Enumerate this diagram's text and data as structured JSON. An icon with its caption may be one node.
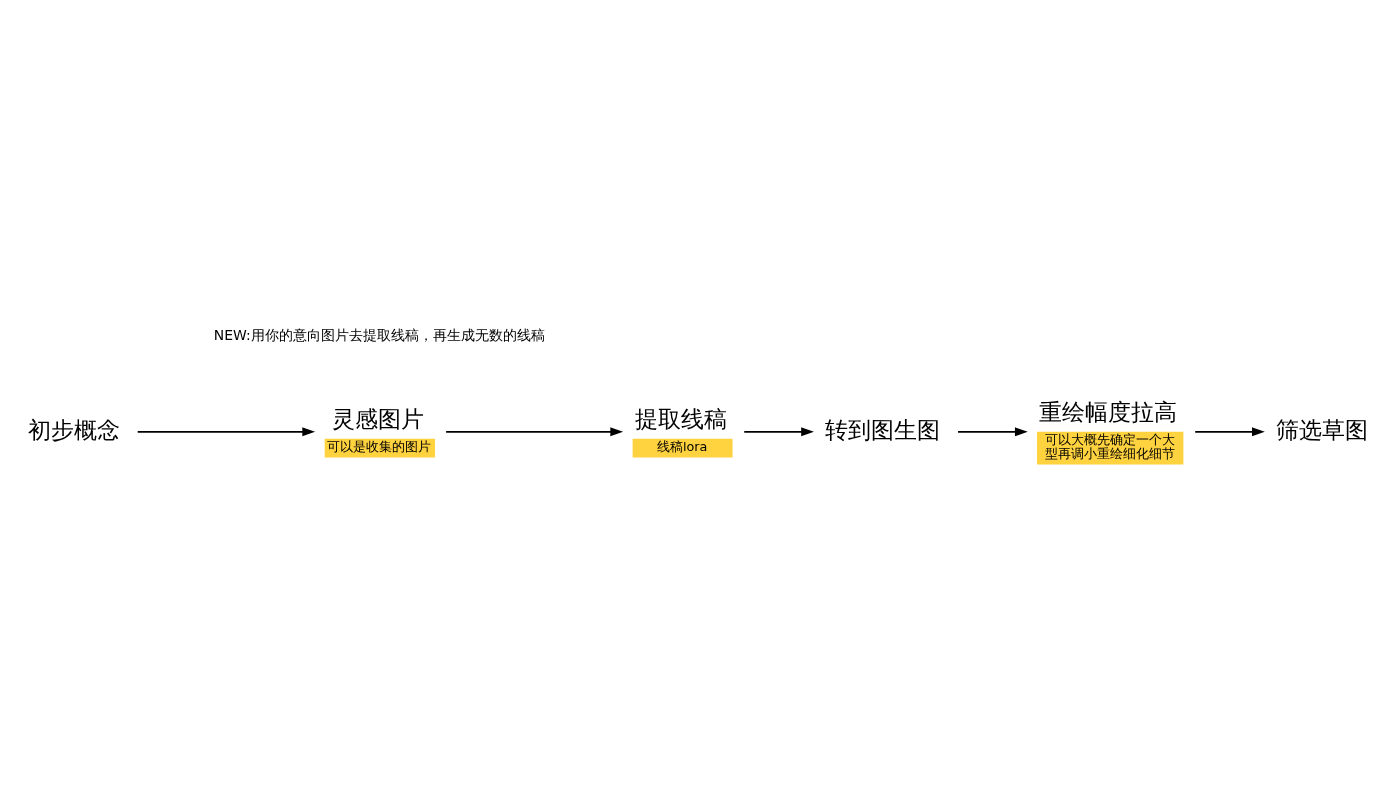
{
  "diagram": {
    "nodes": [
      {
        "text": [
          "初步概念"
        ]
      },
      {
        "text": [
          "灵感图片",
          "可以是收集的图片"
        ]
      },
      {
        "text": [
          "提取线稿",
          "线稿lora"
        ]
      },
      {
        "text": [
          "转到图生图"
        ]
      },
      {
        "text": [
          "重绘幅度拉高",
          "可以大概先确定一个大型再调小重绘细化细节"
        ]
      },
      {
        "text": [
          "筛选草图"
        ]
      }
    ],
    "edges": [
      {
        "from": 0,
        "to": 1,
        "arrow": "to"
      },
      {
        "from": 1,
        "to": 2,
        "arrow": "to"
      },
      {
        "from": 2,
        "to": 3,
        "arrow": "to"
      },
      {
        "from": 3,
        "to": 4,
        "arrow": "to"
      },
      {
        "from": 4,
        "to": 5,
        "arrow": "to"
      }
    ],
    "labels": [
      "NEW:用你的意向图片去提取线稿，再生成无数的线稿"
    ]
  }
}
